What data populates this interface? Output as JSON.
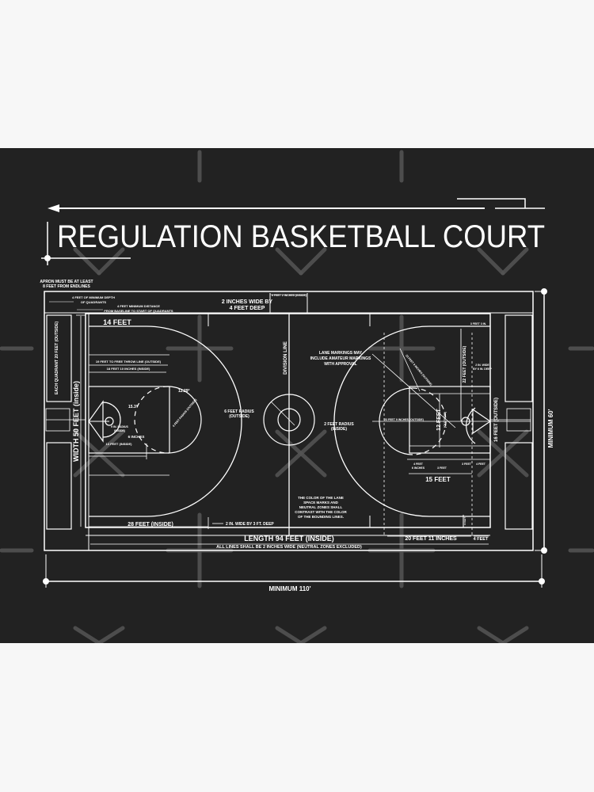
{
  "page": {
    "background": "#f7f7f7",
    "panel_background": "#222222",
    "line_color": "#ffffff",
    "watermark_color": "#555555"
  },
  "title": "REGULATION BASKETBALL COURT",
  "annotations": {
    "apron_line1": "APRON MUST BE AT LEAST",
    "apron_line2": "8 FEET FROM ENDLINES",
    "quad_depth_line1": "4 FEET OF MINIMUM DEPTH",
    "quad_depth_line2": "OF QUADRANTS",
    "quad_dist_line1": "4 FEET MINIMUM DISTANCE",
    "quad_dist_line2": "FROM BASELINE TO START OF QUADRANTS",
    "two_inches_line1": "2 INCHES WIDE BY",
    "two_inches_line2": "4 FEET DEEP",
    "six_feet_inside": "6 FEET 2 INCHES (INSIDE)",
    "fourteen_feet": "14 FEET",
    "each_quadrant": "EACH QUADRANT 20 FEET (OUTSIDE)",
    "width": "WIDTH 50 FEET (inside)",
    "ft_to_ft_line": "19 FEET TO FREE THROW LINE (OUTSIDE)",
    "eighteen_ten": "18 FEET 10 INCHES (INSIDE)",
    "angle_1229": "12.29°",
    "angle_153": "15.3°",
    "six_ft_radius_ft": "6 FEET RADIUS (OUTSIDE)",
    "nine_in_radius_line1": "9 IN. RADIUS",
    "nine_in_radius_line2": "(INSIDE)",
    "six_inches": "6 INCHES",
    "thirteen_feet": "13 FEET (INSIDE)",
    "division_line": "DIVISION LINE",
    "six_ft_radius_line1": "6 FEET RADIUS",
    "six_ft_radius_line2": "(OUTSIDE)",
    "two_ft_radius_line1": "2 FEET RADIUS",
    "two_ft_radius_line2": "(INSIDE)",
    "lane_markings_line1": "LANE MARKINGS MAY",
    "lane_markings_line2": "INCLUDE AMATEUR MARKINGS",
    "lane_markings_line3": "WITH APPROVAL",
    "color_note_line1": "THE COLOR OF THE LANE",
    "color_note_line2": "SPACE MARKS AND",
    "color_note_line3": "NEUTRAL ZONES SHALL",
    "color_note_line4": "CONTRAST WITH THE COLOR",
    "color_note_line5": "OF THE BOUNDING LINES.",
    "twenty_eight_feet": "28 FEET (INSIDE)",
    "two_in_wide_3ft": "2 IN. WIDE BY 3 FT. DEEP",
    "length": "LENGTH 94 FEET (INSIDE)",
    "all_lines": "ALL LINES SHALL BE 2 INCHES WIDE (NEUTRAL ZONES EXCLUDED)",
    "three_ft_3in": "3 FEET 3 IN.",
    "twenty_two_feet": "22 FEET (OUTSIDE)",
    "three_point": "23 FEET 9 INCHES (OUTSIDE)",
    "two_in_wide_6in_line1": "2 IN. WIDE",
    "two_in_wide_6in_line2": "BY 6 IN. DEEP",
    "twenty_three_nine_center": "23 FEET 9 INCHES (OUTSIDE)",
    "twelve_feet": "12 FEET",
    "twelve_feet_sub": "(OUTSIDE)",
    "sixteen_feet": "16 FEET (OUTSIDE)",
    "four_ft_6in_line1": "4 FEET",
    "four_ft_6in_line2": "6 INCHES",
    "three_feet_a": "3 FEET",
    "three_feet_b": "3 FEET",
    "four_feet_r": "4 FEET",
    "fifteen_feet": "15 FEET",
    "twenty_eleven": "20 FEET 11 INCHES",
    "four_feet_bottom": "4 FEET",
    "three_feet_vert": "3 FEET",
    "minimum_110": "MINIMUM 110'",
    "minimum_60": "MINIMUM 60'"
  }
}
